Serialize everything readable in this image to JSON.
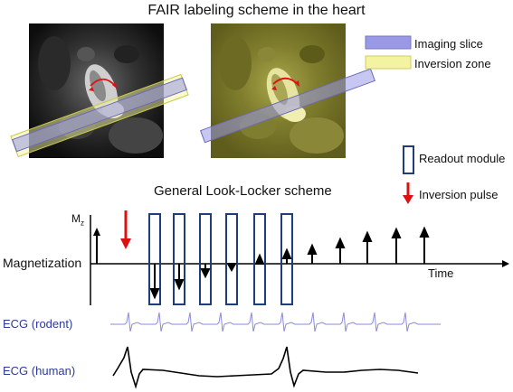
{
  "title": "FAIR labeling scheme in the heart",
  "legend": {
    "imaging_slice": {
      "label": "Imaging slice",
      "color": "#9999e6"
    },
    "inversion_zone": {
      "label": "Inversion zone",
      "color": "#f3f3a0"
    },
    "readout_module": {
      "label": "Readout module",
      "color": "#1f3d7a"
    },
    "inversion_pulse": {
      "label": "Inversion pulse",
      "color": "#dd1111"
    }
  },
  "scheme": {
    "title": "General Look-Locker scheme",
    "mz_label": "M",
    "mz_sub": "z",
    "magnetization_label": "Magnetization",
    "time_label": "Time"
  },
  "ecg": {
    "rodent_label": "ECG (rodent)",
    "human_label": "ECG (human)",
    "rodent_color": "#8a8ad8",
    "human_color": "#000000"
  }
}
